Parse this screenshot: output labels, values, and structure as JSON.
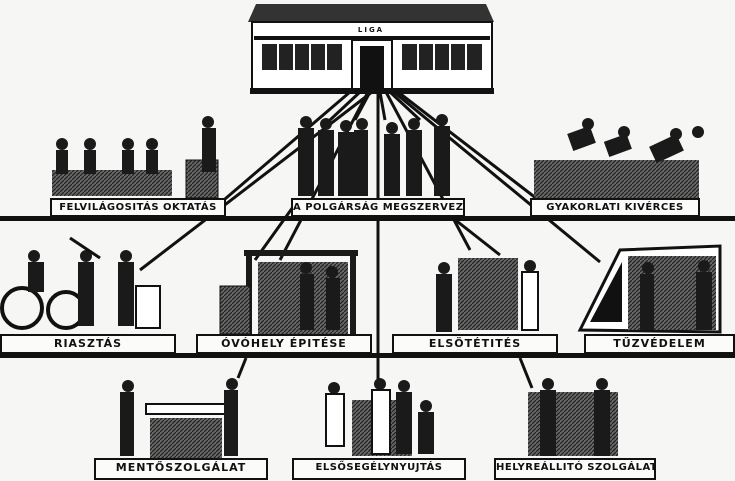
{
  "building": {
    "sign": "LIGA"
  },
  "labels": {
    "felvilagositas": "FELVILÁGOSITÁS OKTATÁS",
    "polgarsag": "A POLGÁRSÁG MEGSZERVEZÉSE",
    "gyakorlati": "GYAKORLATI KIVÉRCES",
    "riasztas": "RIASZTÁS",
    "ovohely": "ÓVÓHELY ÉPITÉSE",
    "elsotetites": "ELSÖTÉTITÉS",
    "tuzvedelem": "TŰZVÉDELEM",
    "mentoszolgalat": "MENTŐSZOLGÁLAT",
    "elsosegely": "ELSŐSEGÉLYNYUJTÁS",
    "helyreallito": "HELYREÁLLITÓ SZOLGÁLAT"
  },
  "colors": {
    "ink": "#111111",
    "paper": "#f6f6f4",
    "hatch": "#444444"
  }
}
